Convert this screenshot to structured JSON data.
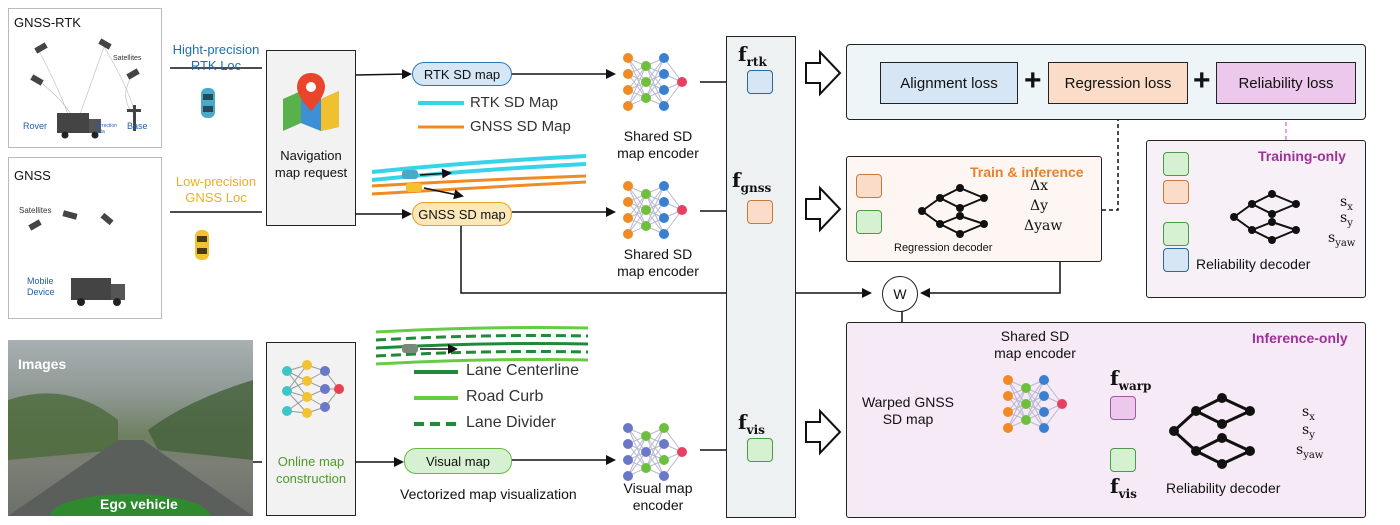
{
  "sources": {
    "gnss_rtk": {
      "title": "GNSS-RTK",
      "satellites": "Satellites",
      "rover": "Rover",
      "base": "Base",
      "correction": "correction data"
    },
    "gnss": {
      "title": "GNSS",
      "satellites": "Satellites",
      "mobile": "Mobile Device"
    },
    "images": {
      "title": "Images",
      "ego": "Ego vehicle"
    }
  },
  "loc": {
    "rtk_line1": "Hight-precision",
    "rtk_line2": "RTK Loc",
    "gnss_line1": "Low-precision",
    "gnss_line2": "GNSS Loc"
  },
  "nav": {
    "line1": "Navigation",
    "line2": "map request"
  },
  "online": {
    "line1": "Online map",
    "line2": "construction"
  },
  "maps": {
    "rtk_pill": "RTK SD map",
    "gnss_pill": "GNSS SD map",
    "visual_pill": "Visual map",
    "legend_rtk": "RTK SD Map",
    "legend_gnss": "GNSS SD Map",
    "legend_centerline": "Lane Centerline",
    "legend_curb": "Road Curb",
    "legend_divider": "Lane Divider",
    "vector_caption": "Vectorized map visualization"
  },
  "encoders": {
    "shared1_line1": "Shared SD",
    "shared1_line2": "map encoder",
    "shared2_line1": "Shared SD",
    "shared2_line2": "map encoder",
    "visual_line1": "Visual map",
    "visual_line2": "encoder",
    "shared3_line1": "Shared SD",
    "shared3_line2": "map encoder"
  },
  "features": {
    "f": "f",
    "rtk": "rtk",
    "gnss": "gnss",
    "vis": "vis",
    "warp": "warp"
  },
  "losses": {
    "alignment": "Alignment loss",
    "regression": "Regression loss",
    "reliability": "Reliability loss",
    "plus": "+"
  },
  "train_inference": {
    "title": "Train & inference",
    "decoder": "Regression decoder",
    "dx": "Δx",
    "dy": "Δy",
    "dyaw": "Δyaw"
  },
  "training_only": {
    "title": "Training-only",
    "decoder": "Reliability decoder",
    "s": "s",
    "sx": "x",
    "sy": "y",
    "syaw": "yaw"
  },
  "warp_node": "W",
  "inference_only": {
    "title": "Inference-only",
    "warped_line1": "Warped GNSS",
    "warped_line2": "SD map",
    "decoder": "Reliability decoder",
    "s": "s",
    "sx": "x",
    "sy": "y",
    "syaw": "yaw"
  },
  "colors": {
    "rtk_line": "#35d4e8",
    "gnss_line": "#f08a24",
    "rtk_feat": "#d6e6f5",
    "gnss_feat": "#fadcc8",
    "vis_feat": "#d6f0d2",
    "warp_feat": "#ecc8ec",
    "inference_bg": "#f6eaf6",
    "train_bg": "#f7f0f7",
    "loss_bg": "#eef5f9",
    "accent_orange": "#e8822a",
    "accent_purple": "#a0309a",
    "rtk_text": "#1f6fb5",
    "gnss_text": "#e8b024",
    "online_text": "#4f9a2c",
    "lane_dark": "#1f8a3a",
    "lane_light": "#66cc44"
  }
}
